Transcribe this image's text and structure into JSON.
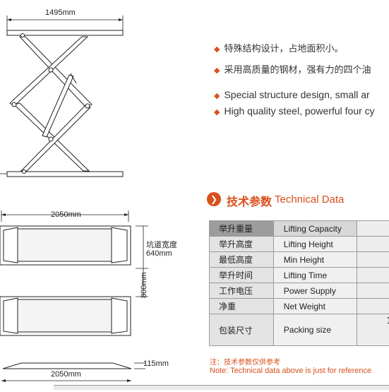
{
  "drawing": {
    "top_width": "1495mm",
    "plan_width": "2050mm",
    "pit_width_label": "坑道宽度",
    "pit_width_value": "640mm",
    "gap_value": "800mm",
    "side_width": "2050mm",
    "side_height": "115mm"
  },
  "features": [
    {
      "text": "特殊结构设计，占地面积小。"
    },
    {
      "text": "采用高质量的钢材，强有力的四个油"
    },
    {
      "text": "Special structure design, small ar"
    },
    {
      "text": "High quality steel, powerful four cy"
    }
  ],
  "heading": {
    "cn": "技术参数",
    "en": "Technical Data",
    "icon": "chevron-right-icon"
  },
  "spec_rows": [
    {
      "cn": "举升重量",
      "en": "Lifting Capacity",
      "value": ""
    },
    {
      "cn": "举升高度",
      "en": "Lifting Height",
      "value": ""
    },
    {
      "cn": "最低高度",
      "en": "Min Height",
      "value": ""
    },
    {
      "cn": "举升时间",
      "en": "Lifting Time",
      "value": ""
    },
    {
      "cn": "工作电压",
      "en": "Power Supply",
      "value": ""
    },
    {
      "cn": "净重",
      "en": "Net Weight",
      "value": ""
    },
    {
      "cn": "包装尺寸",
      "en": "Packing size",
      "value": "1"
    }
  ],
  "notes": {
    "cn": "注：技术参数仅供参考",
    "en": "Note: Technical data above is just for reference"
  },
  "colors": {
    "accent": "#d9501c",
    "table_header": "#9c9c9c",
    "table_row": "#f0f0f0"
  }
}
